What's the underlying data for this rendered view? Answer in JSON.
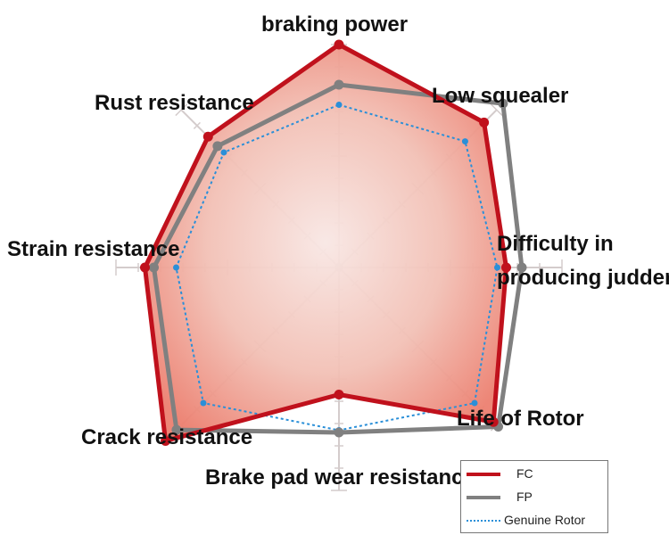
{
  "chart_data": {
    "type": "radar",
    "axes": [
      "braking power",
      "Low squealer",
      "Difficulty in producing judder",
      "Life of Rotor",
      "Brake pad wear resistance",
      "Crack resistance",
      "Strain resistance",
      "Rust resistance"
    ],
    "axis_label_lines": [
      [
        "braking power"
      ],
      [
        "Low squealer"
      ],
      [
        "Difficulty in",
        "producing judder"
      ],
      [
        "Life of Rotor"
      ],
      [
        "Brake pad wear resistance"
      ],
      [
        "Crack resistance"
      ],
      [
        "Strain resistance"
      ],
      [
        "Rust resistance"
      ]
    ],
    "max": 10,
    "grid": true,
    "series": [
      {
        "name": "FC",
        "values": [
          10.0,
          9.2,
          7.5,
          9.8,
          5.7,
          11.0,
          8.7,
          8.3
        ],
        "color": "#c0111c"
      },
      {
        "name": "FP",
        "values": [
          8.2,
          10.4,
          8.2,
          10.1,
          7.4,
          10.3,
          8.3,
          7.7
        ],
        "color": "#808080"
      },
      {
        "name": "Genuine Rotor",
        "values": [
          7.3,
          8.0,
          7.1,
          8.6,
          7.3,
          8.6,
          7.3,
          7.3
        ],
        "color": "#2a8fd8"
      }
    ],
    "legend_position": "bottom-right"
  }
}
